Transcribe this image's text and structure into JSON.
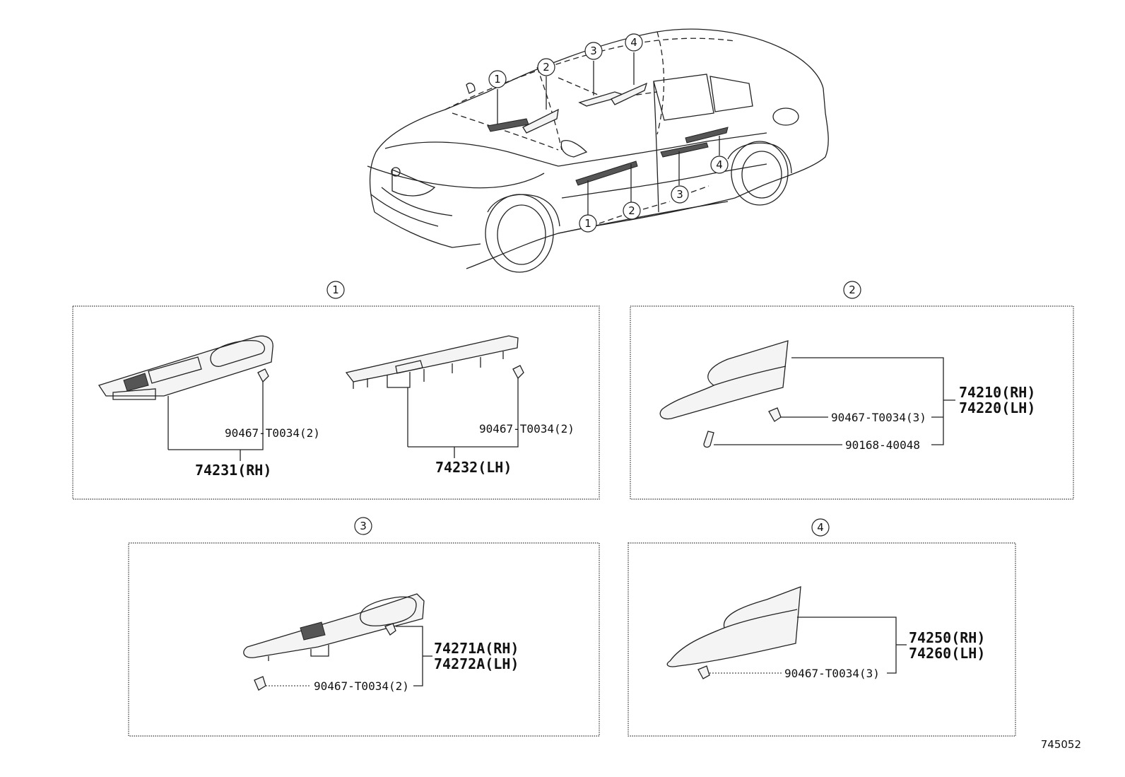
{
  "markers": [
    "1",
    "2",
    "3",
    "4"
  ],
  "panel1": {
    "right_clip": "90467-T0034(2)",
    "right_part": "74231(RH)",
    "left_clip": "90467-T0034(2)",
    "left_part": "74232(LH)"
  },
  "panel2": {
    "part_rh": "74210(RH)",
    "part_lh": "74220(LH)",
    "clip": "90467-T0034(3)",
    "screw": "90168-40048"
  },
  "panel3": {
    "part_rh": "74271A(RH)",
    "part_lh": "74272A(LH)",
    "clip": "90467-T0034(2)"
  },
  "panel4": {
    "part_rh": "74250(RH)",
    "part_lh": "74260(LH)",
    "clip": "90467-T0034(3)"
  },
  "figure_number": "745052"
}
